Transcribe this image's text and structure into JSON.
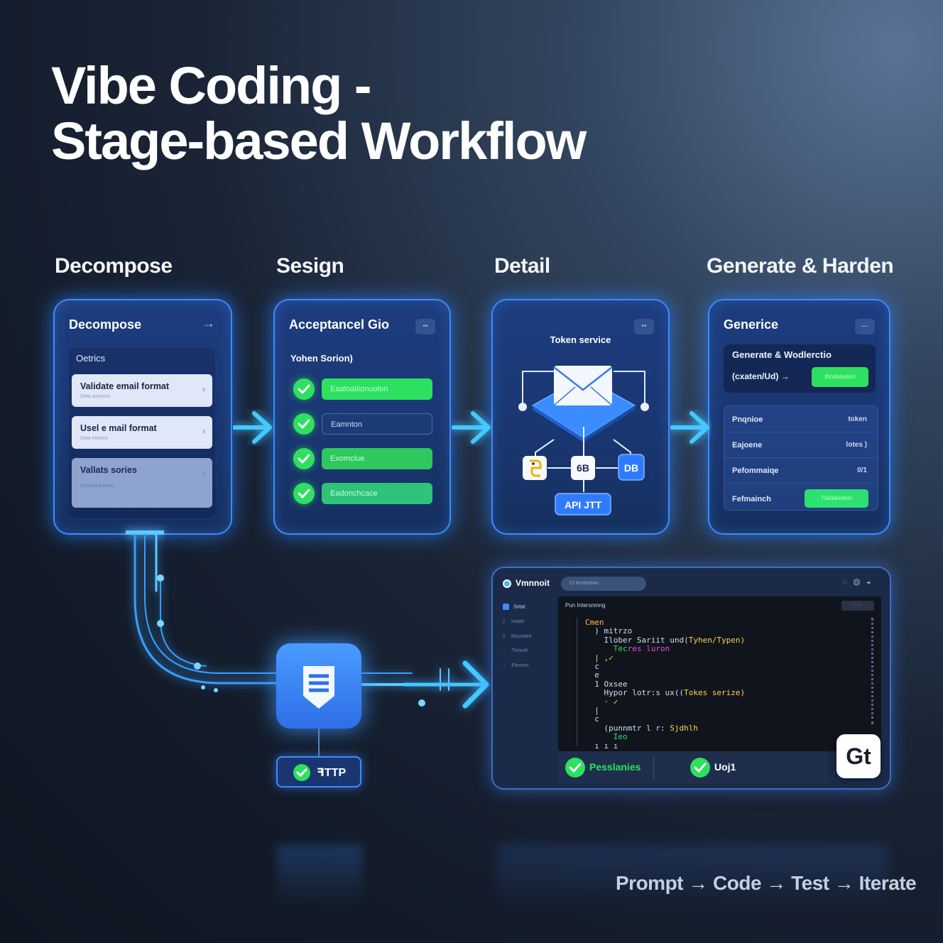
{
  "title": {
    "line1": "Vibe Coding -",
    "line2": "Stage-based Workflow"
  },
  "stages": [
    "Decompose",
    "Sesign",
    "Detail",
    "Generate & Harden"
  ],
  "card1": {
    "head": "Decompose",
    "subhead": "Oetrics",
    "items": [
      {
        "title": "Validate email format",
        "sub": "Data auronce"
      },
      {
        "title": "Usel e mail format",
        "sub": "Data inverce"
      },
      {
        "title": "Vallats sories",
        "sub": "Unionid aurenit"
      }
    ]
  },
  "card2": {
    "head": "Acceptancel Gio",
    "subhead": "Yohen Sorion)",
    "rows": [
      "Eaaloatiionuolon",
      "Eamnton",
      "Exomclue",
      "Eadonchcace"
    ]
  },
  "card3": {
    "title": "Token service",
    "nodes": {
      "python": "",
      "middle": "6B",
      "db": "DB",
      "api": "API JTT"
    }
  },
  "card4": {
    "head": "Generice",
    "box_title": "Generate & Wodlerctio",
    "box_code": "(cxaten/Ud) →",
    "box_button": "Btodatedom",
    "rows": [
      {
        "label": "Pnqnioe",
        "value": "token"
      },
      {
        "label": "Eajoene",
        "value": "lotes )"
      },
      {
        "label": "Pefommaiqe",
        "value": "0/1"
      },
      {
        "label": "Fefmainch",
        "value": ""
      }
    ],
    "row_button": "Tlaldatedom"
  },
  "ide": {
    "app_name": "Vmnnoit",
    "search": "Cl lenotedian",
    "sidebar": [
      "Sotat",
      "Ioaals",
      "Bassaleit",
      "Tinmotl",
      "Eteomn"
    ],
    "file_title": "Pun Intersnmng",
    "code": [
      {
        "text": "Cmen",
        "color": "#ffb84d"
      },
      {
        "text": "  ) mitrzo",
        "color": "#d6dcec"
      },
      {
        "text": "    Ilober Sariit und(",
        "color": "#d6dcec",
        "hl": "Tyhen/Typen)",
        "hlcolor": "#ffd54a"
      },
      {
        "text": "      Tec",
        "color": "#2ee060",
        "hl": "res luron",
        "hlcolor": "#e64fd9"
      },
      {
        "text": "  | ,✓",
        "color": "#ffd54a"
      },
      {
        "text": "  c",
        "color": "#d6dcec"
      },
      {
        "text": "  e",
        "color": "#d6dcec"
      },
      {
        "text": "  1 Oxsee",
        "color": "#d6dcec"
      },
      {
        "text": "    Hypor lotr:s ux((",
        "color": "#d6dcec",
        "hl": "Tokes serize)",
        "hlcolor": "#ffd54a"
      },
      {
        "text": "    · ✓",
        "color": "#ffd54a"
      },
      {
        "text": "  |",
        "color": "#d6dcec"
      },
      {
        "text": "  c",
        "color": "#d6dcec"
      },
      {
        "text": "    (punnmtr l r: ",
        "color": "#d6dcec",
        "hl": "Sjdhlh",
        "hlcolor": "#ffd54a"
      },
      {
        "text": "      Ieo",
        "color": "#2ee060"
      },
      {
        "text": "  ı ı ı",
        "color": "#d6dcec"
      }
    ],
    "status_left": "Pesslanies",
    "status_right": "Uoj1",
    "badge": "Gt"
  },
  "http_label": "ꟻTTP",
  "slogan": "Prompt → Code → Test → Iterate",
  "colors": {
    "accent": "#3d8bff",
    "green": "#2ee060",
    "cyan": "#45c8ff"
  }
}
